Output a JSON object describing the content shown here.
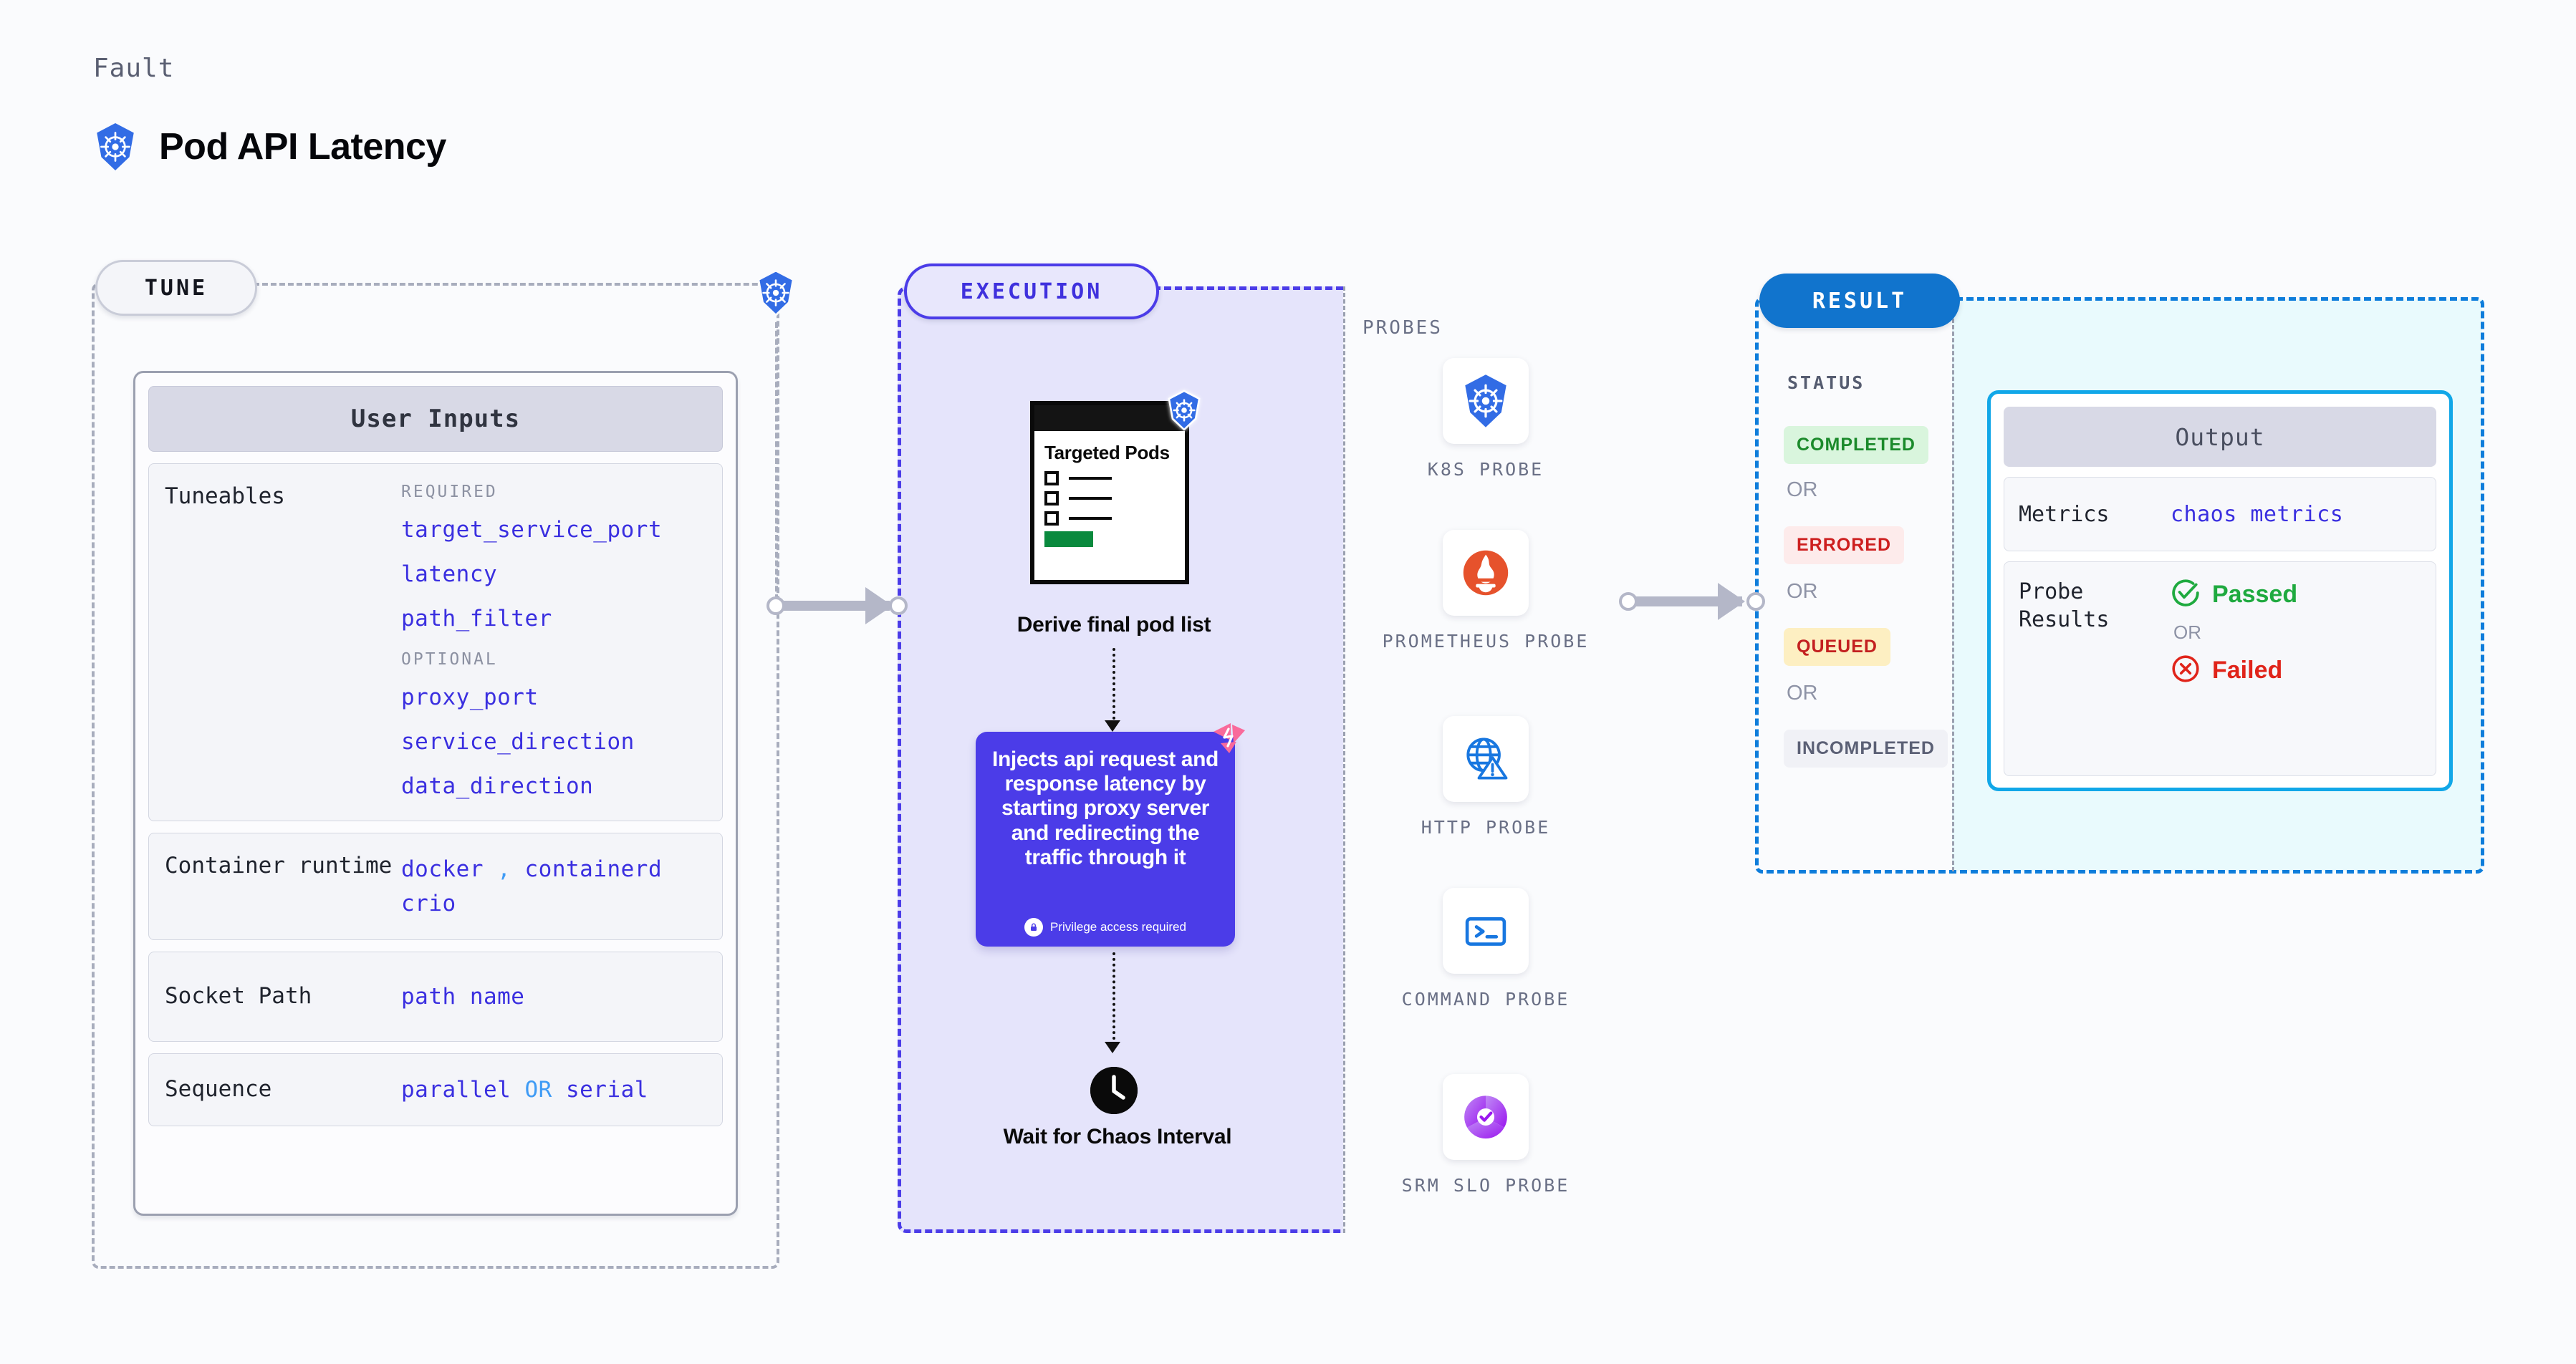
{
  "header": {
    "eyebrow": "Fault",
    "title": "Pod API Latency",
    "icon": "kubernetes-icon"
  },
  "tune": {
    "pill_label": "TUNE",
    "boundary_icon": "kubernetes-icon",
    "card_title": "User Inputs",
    "sections": [
      {
        "label": "Tuneables",
        "groups": [
          {
            "title": "REQUIRED",
            "items": [
              "target_service_port",
              "latency",
              "path_filter"
            ]
          },
          {
            "title": "OPTIONAL",
            "items": [
              "proxy_port",
              "service_direction",
              "data_direction"
            ]
          }
        ]
      },
      {
        "label": "Container runtime",
        "values": [
          "docker",
          "containerd",
          "crio"
        ],
        "separator": ","
      },
      {
        "label": "Socket Path",
        "values": [
          "path name"
        ]
      },
      {
        "label": "Sequence",
        "values": [
          "parallel",
          "serial"
        ],
        "separator": "OR"
      }
    ]
  },
  "execution": {
    "pill_label": "EXECUTION",
    "doc": {
      "title": "Targeted Pods",
      "icon": "kubernetes-icon",
      "rows": 3
    },
    "derive_caption": "Derive final pod list",
    "inject": {
      "text": "Injects api request and response latency by starting proxy server and redirecting the traffic through it",
      "privilege_note": "Privilege access required",
      "privilege_icon": "lock-icon",
      "corner_icon": "litmus-chaos-icon",
      "bg_color": "#4b3ce8"
    },
    "wait": {
      "icon": "clock-icon",
      "caption": "Wait for Chaos Interval"
    }
  },
  "probes": {
    "title": "PROBES",
    "items": [
      {
        "label": "K8S PROBE",
        "icon": "kubernetes-icon"
      },
      {
        "label": "PROMETHEUS PROBE",
        "icon": "prometheus-icon"
      },
      {
        "label": "HTTP PROBE",
        "icon": "http-globe-warning-icon"
      },
      {
        "label": "COMMAND PROBE",
        "icon": "terminal-icon"
      },
      {
        "label": "SRM SLO PROBE",
        "icon": "srm-slo-icon"
      }
    ]
  },
  "result": {
    "pill_label": "RESULT",
    "status_title": "STATUS",
    "or_label": "OR",
    "statuses": [
      {
        "label": "COMPLETED",
        "bg": "#d9f5dd",
        "fg": "#1b8a2b"
      },
      {
        "label": "ERRORED",
        "bg": "#fdebeb",
        "fg": "#cd1f1f"
      },
      {
        "label": "QUEUED",
        "bg": "#fdefc2",
        "fg": "#c32020"
      },
      {
        "label": "INCOMPLETED",
        "bg": "#f0f1f6",
        "fg": "#5b6075"
      }
    ],
    "output": {
      "title": "Output",
      "metrics_label": "Metrics",
      "metrics_value": "chaos metrics",
      "probe_results_label": "Probe Results",
      "passed_label": "Passed",
      "failed_label": "Failed",
      "or_label": "OR",
      "passed_icon": "check-circle-icon",
      "failed_icon": "x-circle-icon",
      "border_color": "#11a7e8"
    }
  },
  "colors": {
    "accent_purple": "#4b3ce8",
    "accent_blue": "#1174cd",
    "k8s_blue": "#326ce5",
    "litmus_pink": "#f96a9b"
  }
}
